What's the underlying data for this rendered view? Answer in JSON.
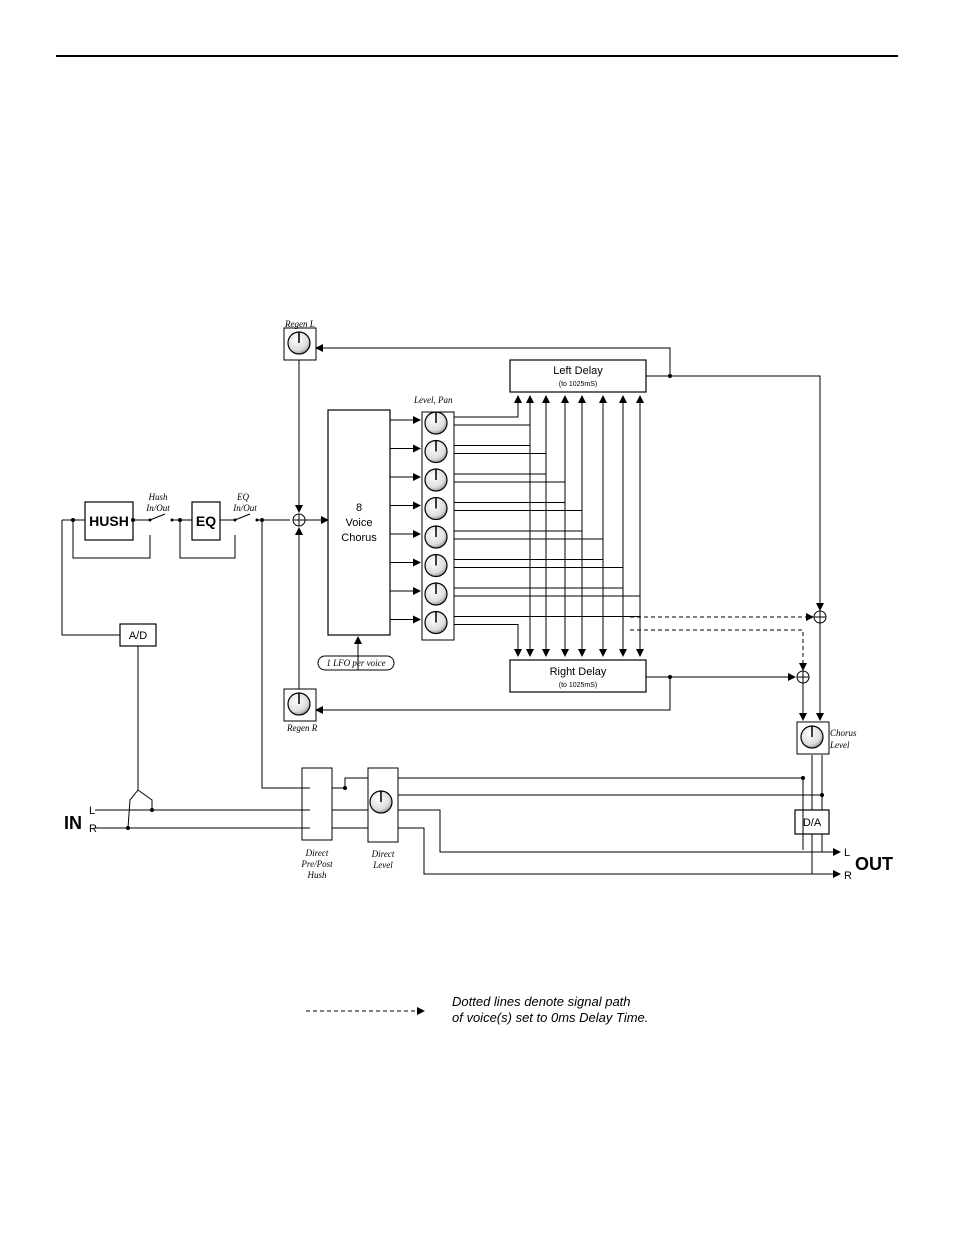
{
  "blocks": {
    "hush": "HUSH",
    "eq": "EQ",
    "ad": "A/D",
    "da": "D/A",
    "chorus_line1": "8",
    "chorus_line2": "Voice",
    "chorus_line3": "Chorus",
    "left_delay": "Left Delay",
    "left_delay_sub": "(to 1025mS)",
    "right_delay": "Right Delay",
    "right_delay_sub": "(to 1025mS)"
  },
  "labels": {
    "regen_l": "Regen L",
    "regen_r": "Regen R",
    "level_pan": "Level, Pan",
    "hush_inout_1": "Hush",
    "hush_inout_2": "In/Out",
    "eq_inout_1": "EQ",
    "eq_inout_2": "In/Out",
    "lfo": "1 LFO per voice",
    "direct_pre_post_1": "Direct",
    "direct_pre_post_2": "Pre/Post",
    "direct_pre_post_3": "Hush",
    "direct_level_1": "Direct",
    "direct_level_2": "Level",
    "chorus_level_1": "Chorus",
    "chorus_level_2": "Level",
    "in": "IN",
    "in_l": "L",
    "in_r": "R",
    "out": "OUT",
    "out_l": "L",
    "out_r": "R"
  },
  "legend": {
    "line1": "Dotted lines denote signal path",
    "line2": "of voice(s) set to 0ms Delay Time."
  }
}
